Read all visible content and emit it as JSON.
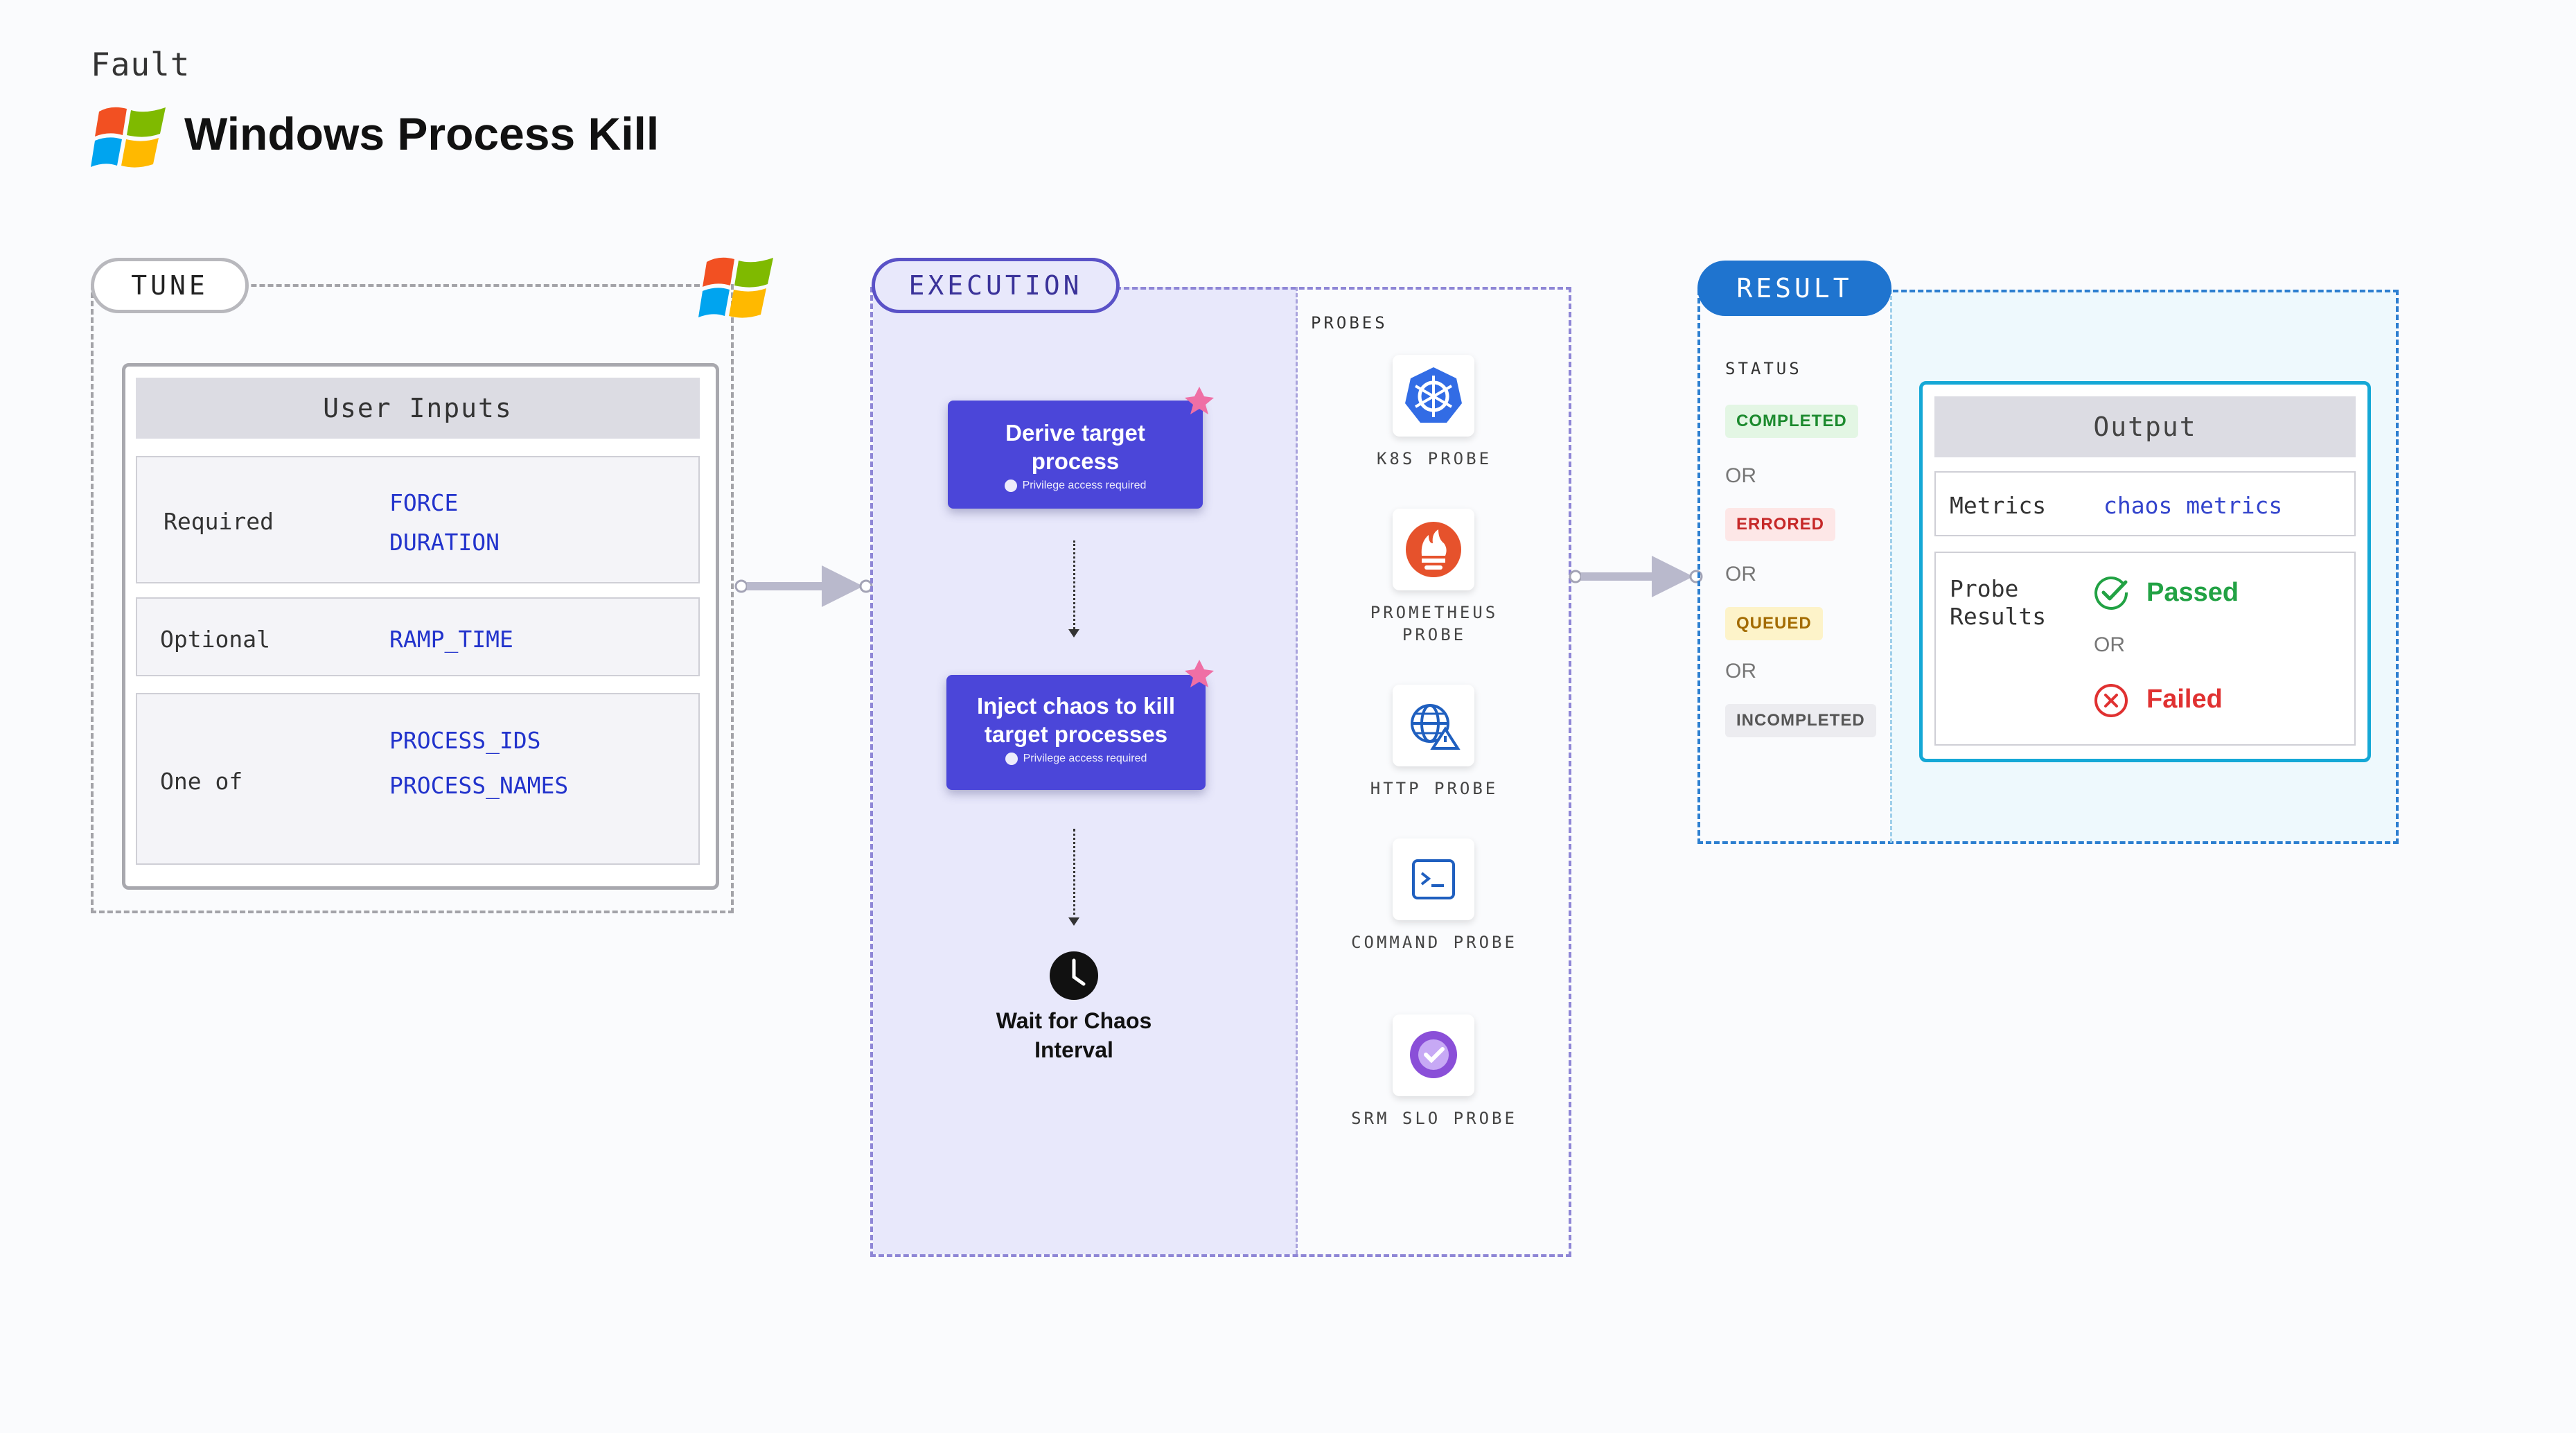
{
  "header": {
    "fault_label": "Fault",
    "title": "Windows Process Kill",
    "logo_icon": "windows-logo-icon"
  },
  "tune": {
    "pill": "TUNE",
    "card_title": "User Inputs",
    "required_label": "Required",
    "required_values": [
      "FORCE",
      "DURATION"
    ],
    "optional_label": "Optional",
    "optional_values": [
      "RAMP_TIME"
    ],
    "oneof_label": "One of",
    "oneof_values": [
      "PROCESS_IDS",
      "PROCESS_NAMES"
    ]
  },
  "execution": {
    "pill": "EXECUTION",
    "steps": [
      {
        "title": "Derive target process",
        "note": "Privilege access required"
      },
      {
        "title": "Inject chaos to kill target processes",
        "note": "Privilege access required"
      }
    ],
    "wait_label": "Wait for Chaos Interval",
    "probes_label": "PROBES",
    "probes": [
      {
        "label": "K8S PROBE",
        "icon": "kubernetes-icon"
      },
      {
        "label": "PROMETHEUS PROBE",
        "icon": "prometheus-icon"
      },
      {
        "label": "HTTP PROBE",
        "icon": "http-globe-icon"
      },
      {
        "label": "COMMAND PROBE",
        "icon": "terminal-icon"
      },
      {
        "label": "SRM SLO PROBE",
        "icon": "srm-slo-icon"
      }
    ]
  },
  "result": {
    "pill": "RESULT",
    "status_label": "STATUS",
    "statuses": [
      "COMPLETED",
      "ERRORED",
      "QUEUED",
      "INCOMPLETED"
    ],
    "or_text": "OR",
    "output_title": "Output",
    "metrics_label": "Metrics",
    "metrics_value": "chaos metrics",
    "probe_results_label": "Probe Results",
    "passed": "Passed",
    "failed": "Failed"
  },
  "colors": {
    "execution_accent": "#4b46d9",
    "result_accent": "#1f74cf",
    "passed": "#22a244",
    "failed": "#e03131"
  }
}
